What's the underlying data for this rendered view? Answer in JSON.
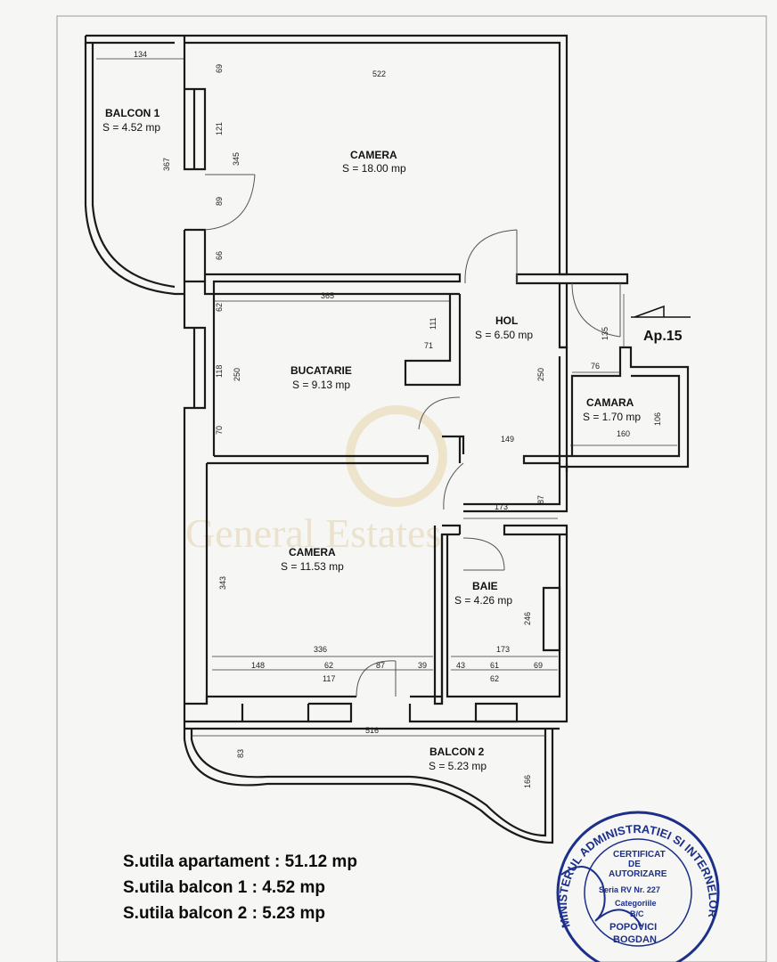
{
  "apartment": {
    "label": "Ap.15"
  },
  "rooms": {
    "balcon1": {
      "name": "BALCON 1",
      "area": "S = 4.52 mp"
    },
    "camera1": {
      "name": "CAMERA",
      "area": "S = 18.00 mp"
    },
    "hol": {
      "name": "HOL",
      "area": "S = 6.50 mp"
    },
    "bucatarie": {
      "name": "BUCATARIE",
      "area": "S = 9.13 mp"
    },
    "camara": {
      "name": "CAMARA",
      "area": "S = 1.70 mp"
    },
    "camera2": {
      "name": "CAMERA",
      "area": "S = 11.53 mp"
    },
    "baie": {
      "name": "BAIE",
      "area": "S = 4.26 mp"
    },
    "balcon2": {
      "name": "BALCON 2",
      "area": "S = 5.23 mp"
    }
  },
  "dimensions": {
    "d134": "134",
    "d522": "522",
    "d69": "69",
    "d121": "121",
    "d367": "367",
    "d345": "345",
    "d89": "89",
    "d66": "66",
    "d365": "365",
    "d62a": "62",
    "d111": "111",
    "d71": "71",
    "d118": "118",
    "d250a": "250",
    "d70": "70",
    "d250b": "250",
    "d135": "135",
    "d76": "76",
    "d106": "106",
    "d160": "160",
    "d149": "149",
    "d87a": "87",
    "d173a": "173",
    "d343": "343",
    "d246": "246",
    "d336": "336",
    "d173b": "173",
    "d148": "148",
    "d62b": "62",
    "d87b": "87",
    "d39": "39",
    "d43": "43",
    "d61": "61",
    "d69b": "69",
    "d117": "117",
    "d62c": "62",
    "d516": "516",
    "d83": "83",
    "d166": "166"
  },
  "watermark": {
    "brand": "General Estates"
  },
  "summary": {
    "line1": "S.utila apartament : 51.12 mp",
    "line2": "S.utila balcon 1 : 4.52 mp",
    "line3": "S.utila balcon 2 : 5.23 mp"
  },
  "stamp": {
    "ring_top": "MINISTERUL ADMINISTRATIEI SI INTERNELOR",
    "l1": "CERTIFICAT",
    "l2": "DE",
    "l3": "AUTORIZARE",
    "l4": "Seria RV Nr. 227",
    "l5": "Categoriile",
    "l6": "B/C",
    "l7": "POPOVICI",
    "l8": "BOGDAN"
  },
  "colors": {
    "wall": "#1a1a1a",
    "stamp": "#1c2f8a",
    "watermark": "#e5d5b0"
  }
}
